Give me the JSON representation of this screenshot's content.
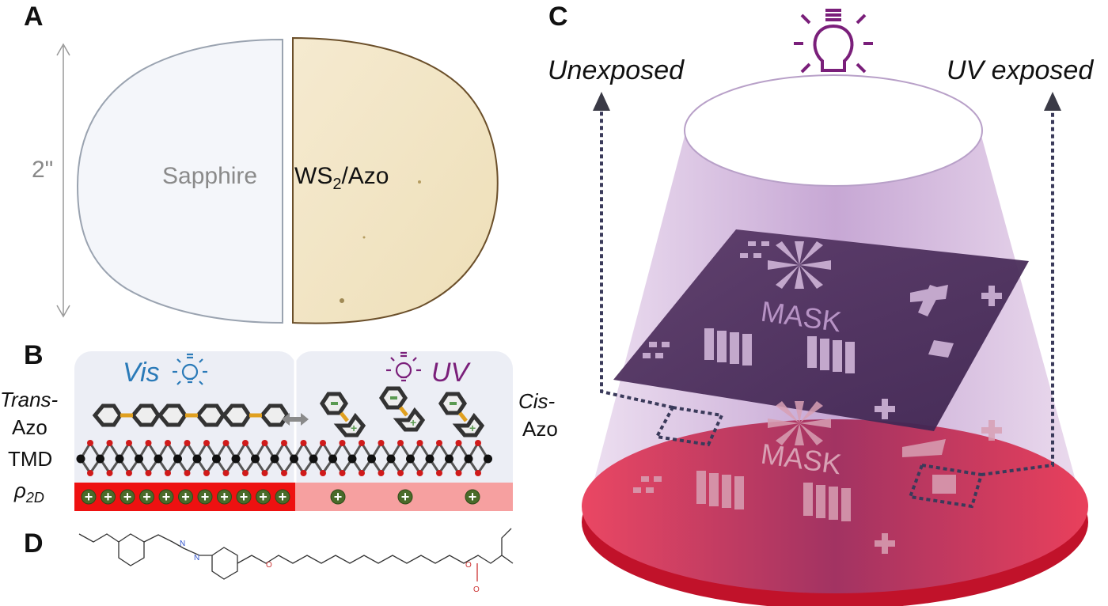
{
  "panels": {
    "a": {
      "letter": "A",
      "size_label": "2\"",
      "left_label": "Sapphire",
      "right_label_main": "WS",
      "right_label_sub": "2",
      "right_label_tail": "/Azo"
    },
    "b": {
      "letter": "B",
      "vis_label": "Vis",
      "uv_label": "UV",
      "trans_label_1": "Trans-",
      "trans_label_2": "Azo",
      "cis_label_1": "Cis-",
      "cis_label_2": "Azo",
      "tmd_label": "TMD",
      "rho_label": "ρ",
      "rho_sub": "2D"
    },
    "c": {
      "letter": "C",
      "unexposed_label": "Unexposed",
      "uv_exposed_label": "UV exposed",
      "mask_text": "MASK"
    },
    "d": {
      "letter": "D"
    }
  },
  "colors": {
    "vis": "#2a7ab8",
    "uv": "#7a1f7a",
    "high_charge": "#ee1111",
    "low_charge": "#f6a0a0",
    "wafer": "#e63a55",
    "beam": "#c9a6d6",
    "mask": "#4a2c5c",
    "ws2_film": "#f2e6c4"
  },
  "icons": [
    "double-arrow-icon",
    "lightbulb-icon",
    "plus-charge-icon",
    "up-arrow-icon"
  ]
}
